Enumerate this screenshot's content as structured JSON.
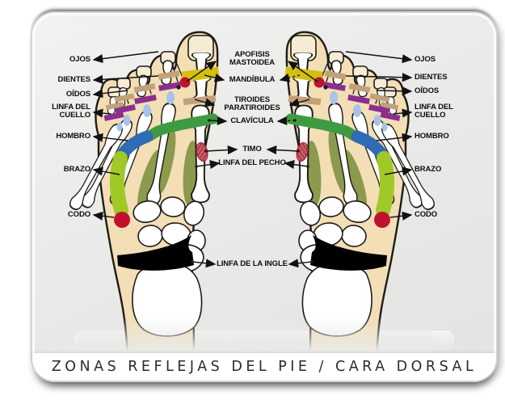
{
  "title": "ZONAS REFLEJAS DEL PIE / CARA DORSAL",
  "side_labels_left": [
    "OJOS",
    "DIENTES",
    "OÍDOS",
    "LINFA DEL CUELLO",
    "HOMBRO",
    "BRAZO",
    "CODO"
  ],
  "side_labels_right": [
    "OJOS",
    "DIENTES",
    "OÍDOS",
    "LINFA DEL CUELLO",
    "HOMBRO",
    "BRAZO",
    "CODO"
  ],
  "center_labels": [
    "APOFISIS MASTOIDEA",
    "MANDÍBULA",
    "TIROIDES PARATIROIDES",
    "CLAVÍCULA",
    "TIMO",
    "LINFA DEL PECHO",
    "LINFA DE LA INGLE"
  ],
  "colors": {
    "skin": "#f3deb6",
    "outline": "#1d1c1a",
    "bone": "#ffffff",
    "nail": "#f6ecd4",
    "mandible_yellow": "#d3bf12",
    "mastoid_tan": "#c2a179",
    "teeth_purple": "#8b2f8f",
    "ear_blue": "#a9c3e8",
    "clavicle_green": "#3f9b42",
    "shoulder_blue": "#2f6cb5",
    "arm_green": "#a0c928",
    "elbow_red": "#c0122e",
    "thymus_red": "#a62434",
    "intermeta_olive": "#8b9a4d",
    "groin_purple": "#b06aaa8",
    "title_text": "#2b2b2b"
  }
}
